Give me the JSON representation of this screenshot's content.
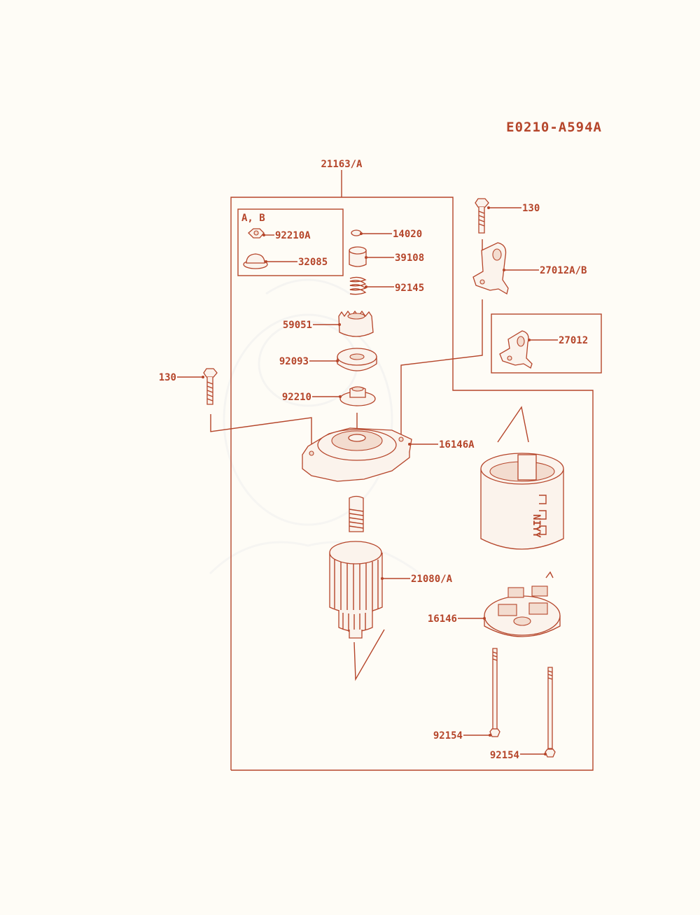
{
  "diagram_code": "E0210-A594A",
  "parts": {
    "assembly": "21163/A",
    "kit": "A, B",
    "nut": "92210A",
    "cap": "32085",
    "washer_small": "14020",
    "collar": "39108",
    "spring": "92145",
    "pinion": "59051",
    "washer_large": "92093",
    "nut_plate": "92210",
    "bolt_top": "130",
    "bracket_ab": "27012A/B",
    "bracket": "27012",
    "bolt_left": "130",
    "front_cover": "16146A",
    "armature": "21080/A",
    "rear_cover": "16146",
    "through_bolt_1": "92154",
    "through_bolt_2": "92154"
  },
  "colors": {
    "ink": "#b5452a",
    "paper": "#fefcf6"
  }
}
